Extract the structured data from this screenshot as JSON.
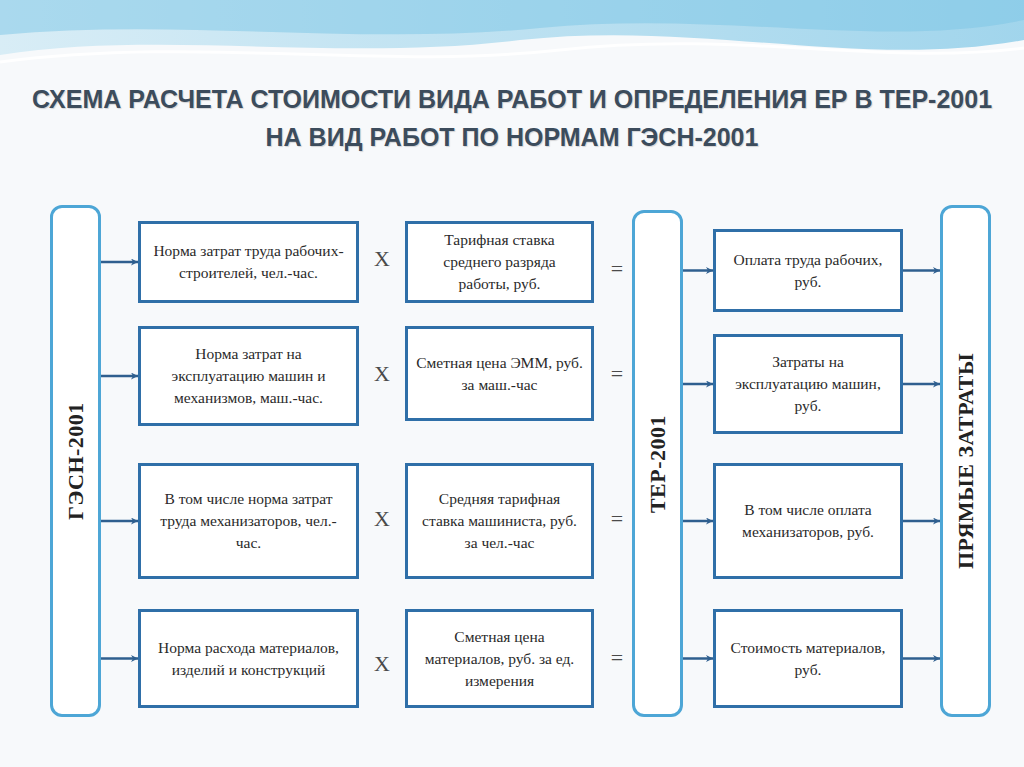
{
  "diagram": {
    "title": "СХЕМА РАСЧЕТА СТОИМОСТИ ВИДА РАБОТ И ОПРЕДЕЛЕНИЯ ЕР В ТЕР-2001 НА ВИД РАБОТ ПО НОРМАМ ГЭСН-2001",
    "nodes": [
      {
        "text": [
          "ГЭСН-2001"
        ]
      },
      {
        "text": [
          "Норма затрат труда рабочих-строителей, чел.-час."
        ]
      },
      {
        "text": [
          "Норма затрат на эксплуатацию машин и механизмов, маш.-час."
        ]
      },
      {
        "text": [
          "В том числе норма затрат труда механизаторов, чел.-час."
        ]
      },
      {
        "text": [
          "Норма расхода материалов, изделий и конструкций"
        ]
      },
      {
        "text": [
          "Тарифная ставка среднего разряда работы, руб."
        ]
      },
      {
        "text": [
          "Сметная цена ЭММ, руб. за маш.-час"
        ]
      },
      {
        "text": [
          "Средняя тарифная ставка машиниста, руб. за чел.-час"
        ]
      },
      {
        "text": [
          "Сметная цена материалов, руб. за ед. измерения"
        ]
      },
      {
        "text": [
          "ТЕР-2001"
        ]
      },
      {
        "text": [
          "Оплата труда рабочих, руб."
        ]
      },
      {
        "text": [
          "Затраты на эксплуатацию машин, руб."
        ]
      },
      {
        "text": [
          "В том числе оплата механизаторов, руб."
        ]
      },
      {
        "text": [
          "Стоимость материалов, руб."
        ]
      },
      {
        "text": [
          "ПРЯМЫЕ ЗАТРАТЫ"
        ]
      }
    ],
    "edges": [
      {
        "from": 0,
        "to": 1,
        "arrow": "to"
      },
      {
        "from": 0,
        "to": 2,
        "arrow": "to"
      },
      {
        "from": 0,
        "to": 3,
        "arrow": "to"
      },
      {
        "from": 0,
        "to": 4,
        "arrow": "to"
      },
      {
        "from": 9,
        "to": 10,
        "arrow": "to"
      },
      {
        "from": 9,
        "to": 11,
        "arrow": "to"
      },
      {
        "from": 9,
        "to": 12,
        "arrow": "to"
      },
      {
        "from": 9,
        "to": 13,
        "arrow": "to"
      },
      {
        "from": 10,
        "to": 14,
        "arrow": "to"
      },
      {
        "from": 11,
        "to": 14,
        "arrow": "to"
      },
      {
        "from": 12,
        "to": 14,
        "arrow": "to"
      },
      {
        "from": 13,
        "to": 14,
        "arrow": "to"
      }
    ],
    "labels": [
      "Х",
      "Х",
      "Х",
      "Х",
      "=",
      "=",
      "=",
      "="
    ]
  }
}
